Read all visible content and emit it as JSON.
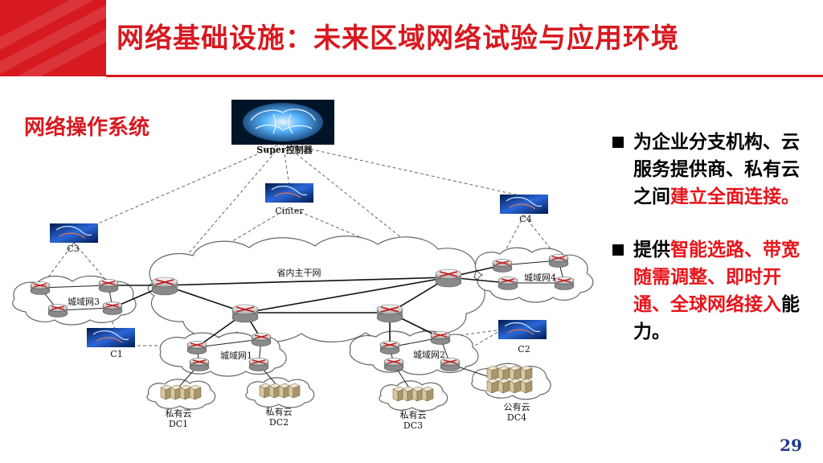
{
  "slide": {
    "title": "网络基础设施：未来区域网络试验与应用环境",
    "subtitle": "网络操作系统",
    "page_number": "29"
  },
  "bullets": [
    {
      "segments": [
        {
          "text": "为企业分支机构、云服务提供商、私有云之间",
          "red": false
        },
        {
          "text": "建立全面连接。",
          "red": true
        }
      ]
    },
    {
      "segments": [
        {
          "text": "提供",
          "red": false
        },
        {
          "text": "智能选路、带宽随需调整、即时开通、全球网络接入",
          "red": true
        },
        {
          "text": "能力。",
          "red": false
        }
      ]
    }
  ],
  "diagram": {
    "super_controller": "Super控制器",
    "controllers": {
      "cinter": "Cinter",
      "c1": "C1",
      "c2": "C2",
      "c3": "C3",
      "c4": "C4"
    },
    "clouds": {
      "backbone": "省内主干网",
      "metro1": "城域网1",
      "metro2": "城域网2",
      "metro3": "城域网3",
      "metro4": "城域网4"
    },
    "datacenters": {
      "dc1": {
        "type": "私有云",
        "name": "DC1"
      },
      "dc2": {
        "type": "私有云",
        "name": "DC2"
      },
      "dc3": {
        "type": "私有云",
        "name": "DC3"
      },
      "dc4": {
        "type": "公有云",
        "name": "DC4"
      }
    }
  },
  "colors": {
    "accent": "#d71920",
    "highlight": "#e8141b",
    "page_number": "#1f3a8a"
  }
}
